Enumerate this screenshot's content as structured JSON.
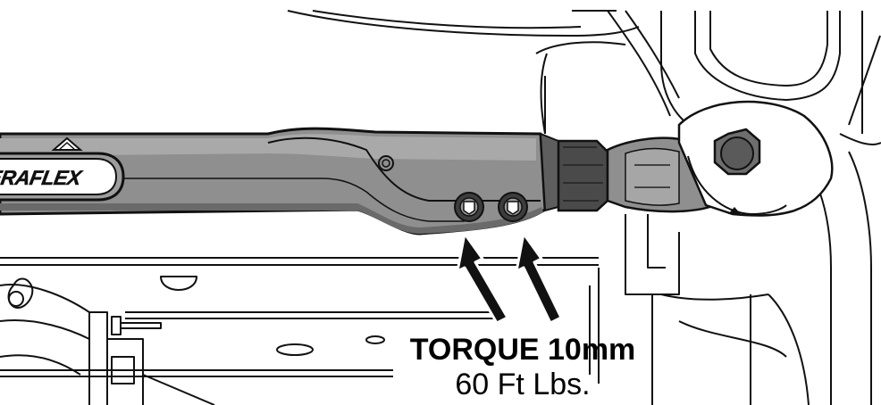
{
  "diagram": {
    "brand_logo_text": "TERAFLEX",
    "torque_label": "TORQUE 10mm",
    "torque_value": "60 Ft Lbs.",
    "colors": {
      "arm_fill": "#8f8f8f",
      "arm_highlight": "#b9b9b9",
      "arm_dark": "#5e5e5e",
      "outline": "#111111",
      "background": "#ffffff",
      "label_text": "#000000"
    },
    "icons": [
      "arrow-up-right-icon",
      "arrow-up-right-icon",
      "teraflex-logo-icon"
    ]
  }
}
